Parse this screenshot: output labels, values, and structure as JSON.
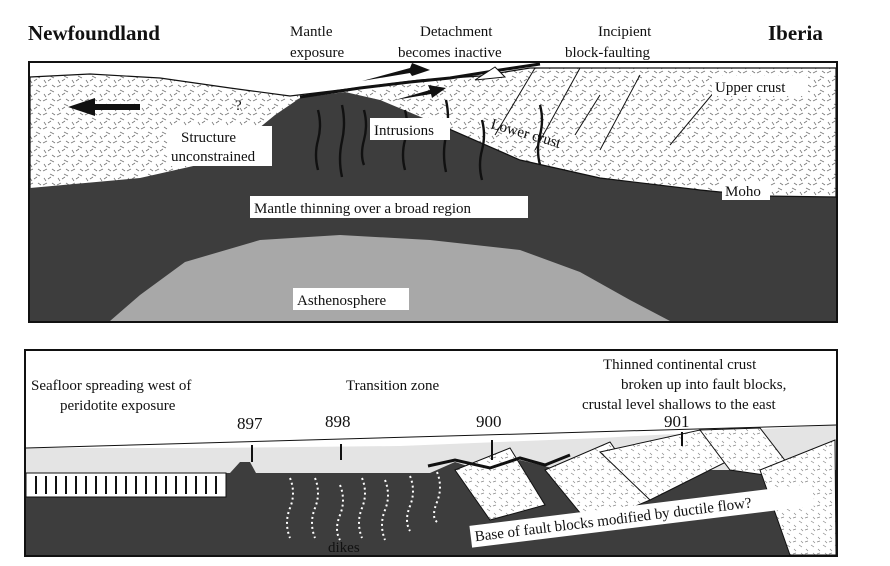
{
  "upper_panel": {
    "title_left": "Newfoundland",
    "title_right": "Iberia",
    "labels": {
      "mantle_exposure_1": "Mantle",
      "mantle_exposure_2": "exposure",
      "detachment_1": "Detachment",
      "detachment_2": "becomes inactive",
      "incipient_1": "Incipient",
      "incipient_2": "block-faulting",
      "upper_crust": "Upper crust",
      "question_mark": "?",
      "structure_1": "Structure",
      "structure_2": "unconstrained",
      "intrusions": "Intrusions",
      "lower_crust": "Lower crust",
      "moho": "Moho",
      "mantle_thinning": "Mantle thinning over a broad region",
      "asthenosphere": "Asthenosphere"
    }
  },
  "lower_panel": {
    "labels": {
      "seafloor_1": "Seafloor spreading west of",
      "seafloor_2": "peridotite exposure",
      "transition": "Transition zone",
      "thinned_1": "Thinned continental crust",
      "thinned_2": "broken up into fault blocks,",
      "thinned_3": "crustal level shallows to the east",
      "dikes": "dikes",
      "base": "Base of fault blocks modified by ductile flow?"
    },
    "wells": [
      "897",
      "898",
      "900",
      "901"
    ]
  },
  "colors": {
    "mantle": "#3d3d3d",
    "asthenosphere": "#a8a8a8",
    "crust": "#ffffff",
    "water": "#e4e4e4",
    "ink": "#111111"
  }
}
